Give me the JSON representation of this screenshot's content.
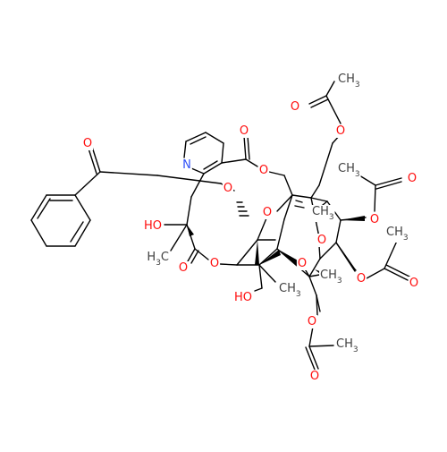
{
  "diagram": {
    "colors": {
      "bond": "#000000",
      "oxygen": "#ff0d0d",
      "nitrogen": "#3050f8",
      "carbon_label": "#404040"
    },
    "labels": [
      {
        "id": "o-acetyl-top-carbonyl",
        "text": "O",
        "kind": "oxygen"
      },
      {
        "id": "ch3-acetyl-top",
        "text": "CH3",
        "kind": "carbon"
      },
      {
        "id": "o-acetyl-top-ester",
        "text": "O",
        "kind": "oxygen"
      },
      {
        "id": "ch3-acetyl-2",
        "text": "CH3",
        "kind": "carbon"
      },
      {
        "id": "o-acetyl-2-carbonyl",
        "text": "O",
        "kind": "oxygen"
      },
      {
        "id": "o-acetyl-2-ester",
        "text": "O",
        "kind": "oxygen"
      },
      {
        "id": "ch3-acetyl-3",
        "text": "CH3",
        "kind": "carbon"
      },
      {
        "id": "o-acetyl-3-ester",
        "text": "O",
        "kind": "oxygen"
      },
      {
        "id": "o-acetyl-3-carbonyl",
        "text": "O",
        "kind": "oxygen"
      },
      {
        "id": "o-acetyl-bottom-ester",
        "text": "O",
        "kind": "oxygen"
      },
      {
        "id": "ch3-acetyl-bottom",
        "text": "CH3",
        "kind": "carbon"
      },
      {
        "id": "o-acetyl-bottom-carbonyl",
        "text": "O",
        "kind": "oxygen"
      },
      {
        "id": "o-benzoyl-carbonyl",
        "text": "O",
        "kind": "oxygen"
      },
      {
        "id": "o-pyridine-carbonyl",
        "text": "O",
        "kind": "oxygen"
      },
      {
        "id": "o-ring-ester-1",
        "text": "O",
        "kind": "oxygen"
      },
      {
        "id": "n-pyridine",
        "text": "N",
        "kind": "nitrogen"
      },
      {
        "id": "o-ring-ester-2",
        "text": "O",
        "kind": "oxygen"
      },
      {
        "id": "ho-left",
        "text": "HO",
        "kind": "oxygen"
      },
      {
        "id": "h3c-left",
        "text": "H3C",
        "kind": "carbon"
      },
      {
        "id": "o-lactone-carbonyl",
        "text": "O",
        "kind": "oxygen"
      },
      {
        "id": "o-lactone-ring",
        "text": "O",
        "kind": "oxygen"
      },
      {
        "id": "o-core-1",
        "text": "O",
        "kind": "oxygen"
      },
      {
        "id": "ch3-core-upper",
        "text": "CH3",
        "kind": "carbon"
      },
      {
        "id": "o-core-2",
        "text": "O",
        "kind": "oxygen"
      },
      {
        "id": "o-core-3",
        "text": "O",
        "kind": "oxygen"
      },
      {
        "id": "ch3-core-mid",
        "text": "CH3",
        "kind": "carbon"
      },
      {
        "id": "ch3-core-lower",
        "text": "CH3",
        "kind": "carbon"
      },
      {
        "id": "ho-bottom",
        "text": "HO",
        "kind": "oxygen"
      }
    ]
  }
}
